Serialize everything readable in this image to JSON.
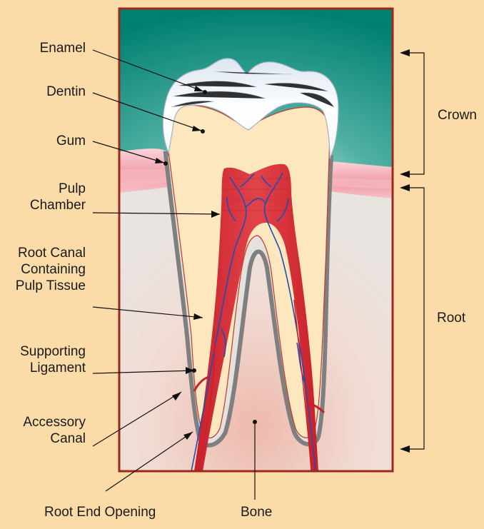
{
  "colors": {
    "background": "#fbdca8",
    "frame": "#9b2a1d",
    "gum_tissue": "#008477",
    "enamel": "#ffffff",
    "dentin": "#fde7bf",
    "pulp": "#d9333a",
    "vessels": "#1f4fb0",
    "gum": "#f4a9b2",
    "bone": "#ece6e0",
    "root_outline": "#8b8b8b"
  },
  "labels": {
    "enamel": "Enamel",
    "dentin": "Dentin",
    "gum": "Gum",
    "pulp_chamber": [
      "Pulp",
      "Chamber"
    ],
    "root_canal": [
      "Root Canal",
      "Containing",
      "Pulp Tissue"
    ],
    "ligament": [
      "Supporting",
      "Ligament"
    ],
    "accessory_canal": [
      "Accessory",
      "Canal"
    ],
    "root_end_opening": "Root End Opening",
    "bone": "Bone",
    "crown": "Crown",
    "root": "Root"
  }
}
